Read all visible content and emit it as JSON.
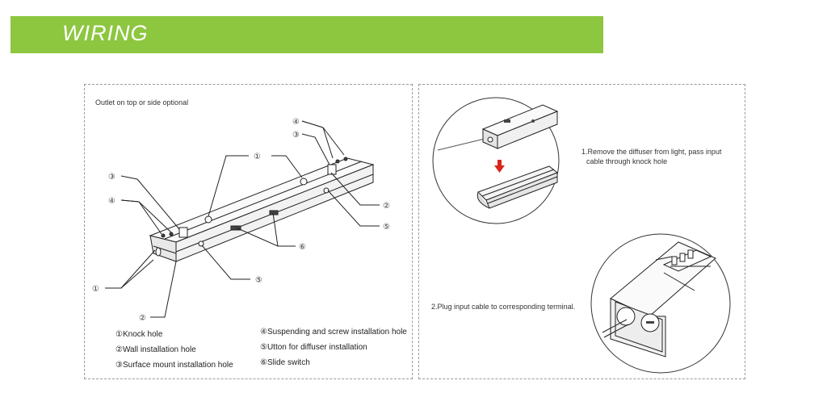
{
  "header": {
    "title": "WIRING",
    "color": "#8dc63f"
  },
  "left_panel": {
    "caption": "Outlet on top or side optional",
    "callout_marks": {
      "one": "①",
      "two": "②",
      "three": "③",
      "four": "④",
      "five": "⑤",
      "six": "⑥"
    },
    "legend": [
      "①Knock hole",
      "②Wall installation hole",
      "③Surface mount installation hole",
      "④Suspending and screw installation hole",
      "⑤Utton for diffuser installation",
      "⑥Slide switch"
    ]
  },
  "right_panel": {
    "step1_line1": "1.Remove the diffuser from light, pass input",
    "step1_line2": "cable through knock hole",
    "step2": "2.Plug input cable to corresponding terminal.",
    "arrow_color": "#d9261c"
  }
}
